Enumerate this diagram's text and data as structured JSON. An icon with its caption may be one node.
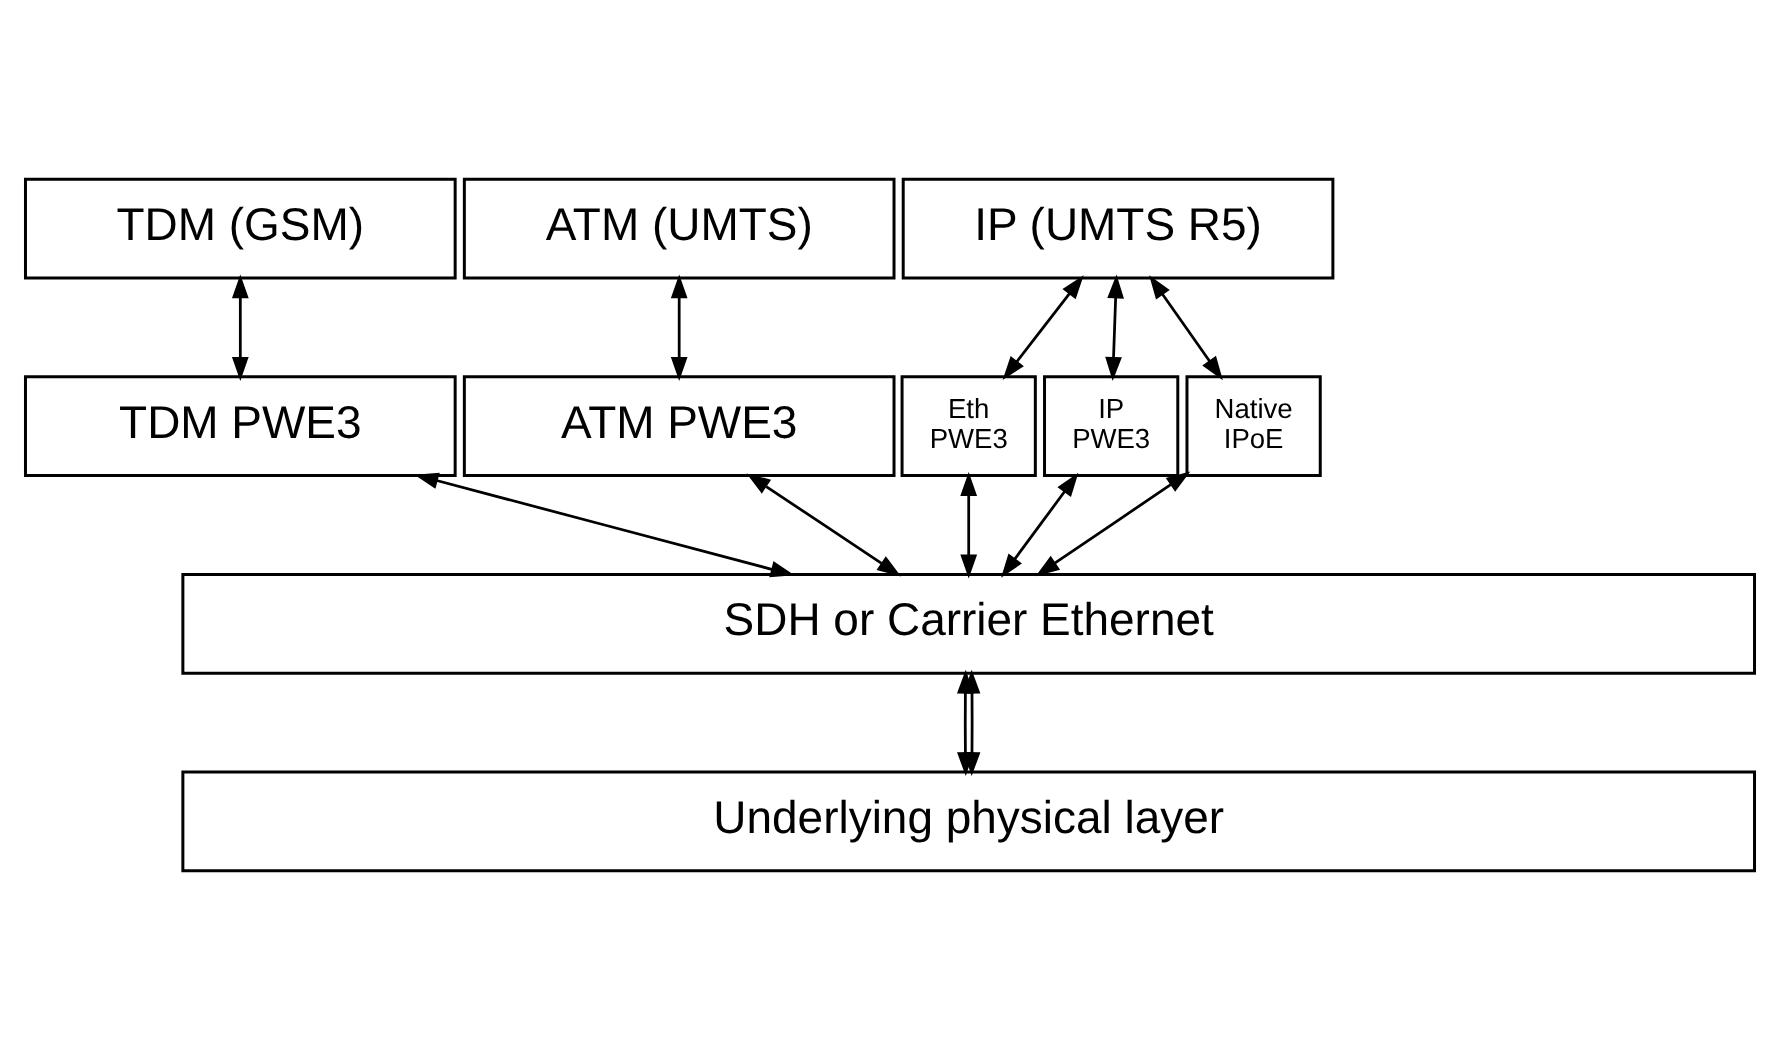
{
  "diagram": {
    "nodes": [
      {
        "text": [
          "TDM (GSM)"
        ]
      },
      {
        "text": [
          "ATM (UMTS)"
        ]
      },
      {
        "text": [
          "IP (UMTS R5)"
        ]
      },
      {
        "text": [
          "TDM PWE3"
        ]
      },
      {
        "text": [
          "ATM PWE3"
        ]
      },
      {
        "text": [
          "Eth PWE3"
        ]
      },
      {
        "text": [
          "IP PWE3"
        ]
      },
      {
        "text": [
          "Native IPoE"
        ]
      },
      {
        "text": [
          "SDH or Carrier Ethernet"
        ]
      },
      {
        "text": [
          "Underlying physical layer"
        ]
      }
    ],
    "edges": [
      {
        "from": 0,
        "to": 3,
        "arrow": "both"
      },
      {
        "from": 1,
        "to": 4,
        "arrow": "both"
      },
      {
        "from": 2,
        "to": 5,
        "arrow": "both"
      },
      {
        "from": 2,
        "to": 6,
        "arrow": "both"
      },
      {
        "from": 2,
        "to": 7,
        "arrow": "both"
      },
      {
        "from": 3,
        "to": 8,
        "arrow": "both"
      },
      {
        "from": 4,
        "to": 8,
        "arrow": "both"
      },
      {
        "from": 5,
        "to": 8,
        "arrow": "both"
      },
      {
        "from": 6,
        "to": 8,
        "arrow": "both"
      },
      {
        "from": 7,
        "to": 8,
        "arrow": "both"
      },
      {
        "from": 8,
        "to": 9,
        "arrow": "both"
      },
      {
        "from": 8,
        "to": 9,
        "arrow": "both"
      }
    ]
  }
}
